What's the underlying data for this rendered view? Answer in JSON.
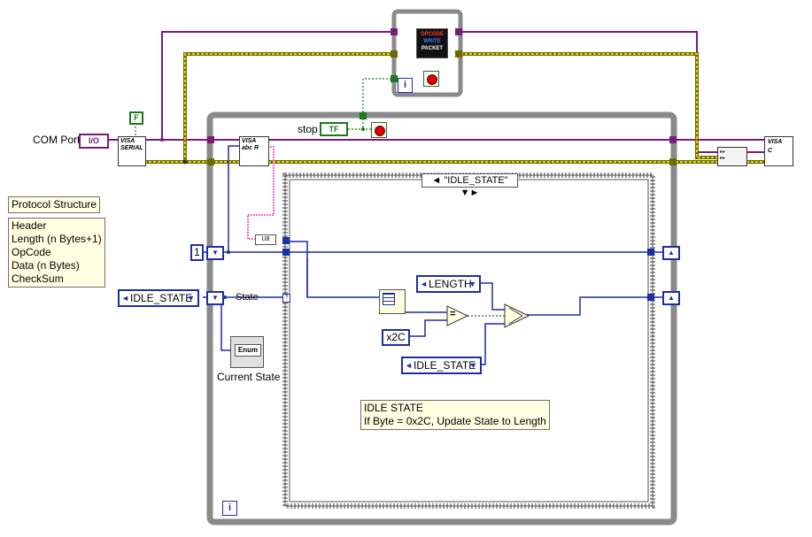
{
  "labels": {
    "com_port": "COM Port",
    "stop": "stop",
    "state": "State",
    "current_state": "Current State"
  },
  "controls": {
    "com_port_value": "I/O",
    "false_constant": "F",
    "numeric_constant": "1",
    "enum_constant": "IDLE_STATE",
    "stop_terminal": "TF",
    "current_state_indicator": "Enum"
  },
  "case_structure": {
    "selector": "\"IDLE_STATE\"",
    "length_enum": "LENGTH",
    "idle_enum": "IDLE_STATE",
    "hex_constant": "x2C",
    "equal_operator": "="
  },
  "comments": {
    "protocol_title": "Protocol Structure",
    "protocol_lines": [
      "Header",
      "Length (n Bytes+1)",
      "OpCode",
      "Data (n Bytes)",
      "CheckSum"
    ],
    "idle_title": "IDLE STATE",
    "idle_desc": "If Byte = 0x2C, Update State to Length"
  },
  "icons": {
    "visa_serial": "VISA SERIAL",
    "visa_read": "VISA abc R",
    "opcode_packet_lines": [
      "OPCODE",
      "WRITE",
      "PACKET"
    ],
    "u8_convert": "U8",
    "visa_close": "VISA C"
  },
  "colors": {
    "visa_wire": "#7a1a7a",
    "error_wire": "#bfa800",
    "numeric_wire": "#1c2fa6",
    "boolean_wire": "#1a7a1a",
    "string_wire": "#ff66cc",
    "structure_frame": "#8a8a8a"
  }
}
